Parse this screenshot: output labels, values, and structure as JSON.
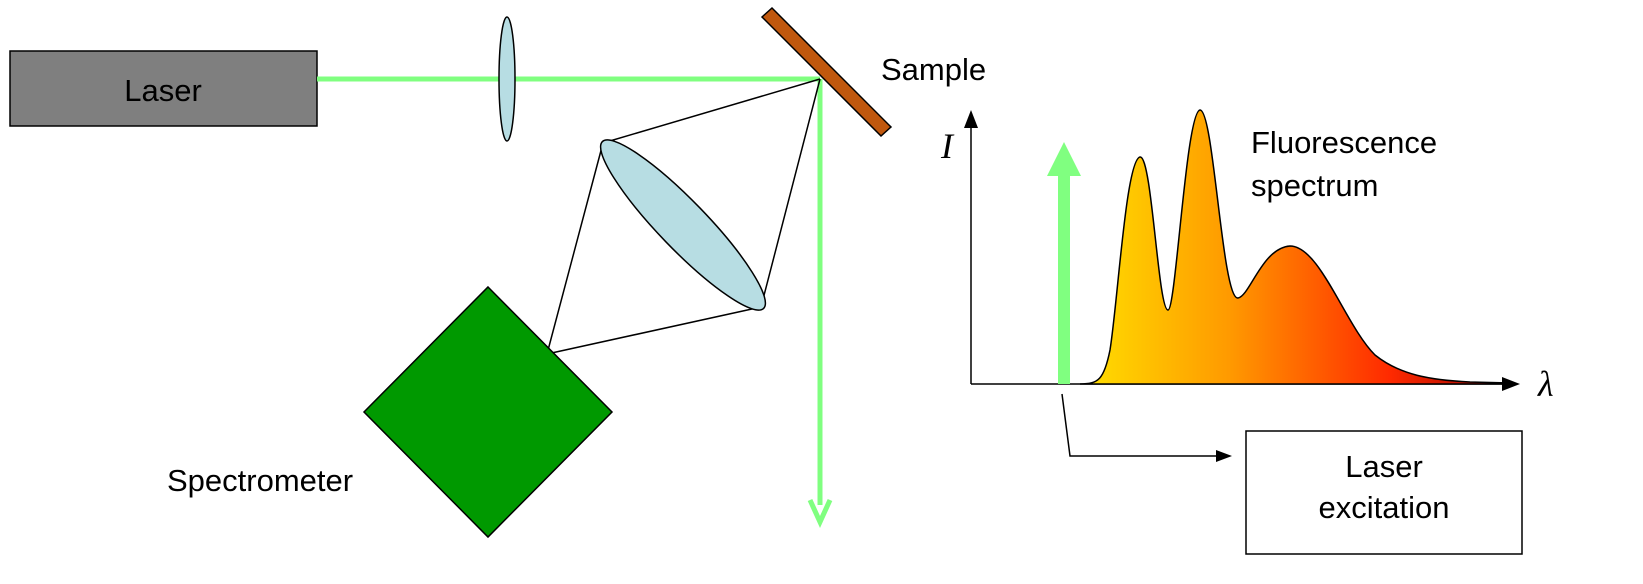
{
  "labels": {
    "laser": "Laser",
    "sample": "Sample",
    "spectrometer": "Spectrometer",
    "intensity_axis": "I",
    "wavelength_axis": "λ",
    "fluorescence_line1": "Fluorescence",
    "fluorescence_line2": "spectrum",
    "excitation_line1": "Laser",
    "excitation_line2": "excitation"
  },
  "colors": {
    "laser_body": "#7f7f7f",
    "laser_beam": "#80ff80",
    "sample_plate": "#c0580e",
    "lens": "#b7dde3",
    "spectrometer": "#009900",
    "spectrum_gradient": [
      "#ffdd00",
      "#ff9900",
      "#ff0000",
      "#990000"
    ]
  },
  "icons": {
    "collection_lens": "ellipse-lens-icon",
    "focusing_lens": "ellipse-lens-icon",
    "spectrometer": "diamond-box-icon"
  }
}
